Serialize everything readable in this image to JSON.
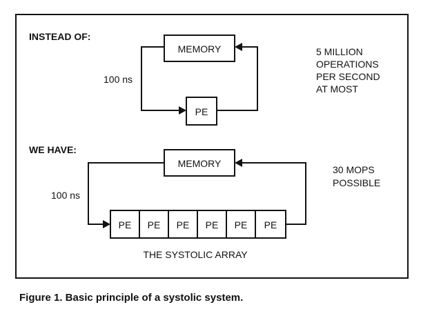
{
  "top_section": {
    "heading": "INSTEAD OF:",
    "memory_label": "MEMORY",
    "pe_label": "PE",
    "delay_label": "100 ns",
    "note_lines": [
      "5 MILLION",
      "OPERATIONS",
      "PER SECOND",
      "AT MOST"
    ]
  },
  "bottom_section": {
    "heading": "WE HAVE:",
    "memory_label": "MEMORY",
    "delay_label": "100 ns",
    "pe_labels": [
      "PE",
      "PE",
      "PE",
      "PE",
      "PE",
      "PE"
    ],
    "array_label": "THE SYSTOLIC ARRAY",
    "note_lines": [
      "30 MOPS",
      "POSSIBLE"
    ]
  },
  "caption": "Figure 1. Basic principle of a systolic system."
}
